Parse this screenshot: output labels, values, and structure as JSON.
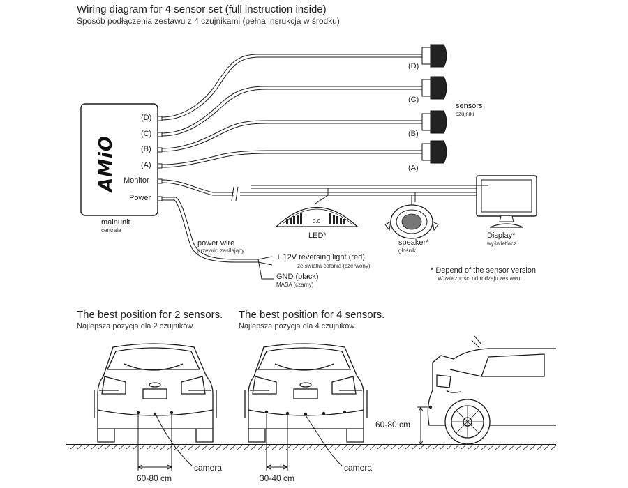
{
  "header": {
    "title": "Wiring diagram for 4 sensor set (full instruction inside)",
    "subtitle": "Sposób podłączenia zestawu z 4 czujnikami (pełna insrukcja w środku)"
  },
  "mainunit": {
    "brand": "AMiO",
    "label": "mainunit",
    "label_pl": "centrala",
    "ports": [
      "(D)",
      "(C)",
      "(B)",
      "(A)",
      "Monitor",
      "Power"
    ]
  },
  "sensors": {
    "label": "sensors",
    "label_pl": "czujniki",
    "items": [
      "(D)",
      "(C)",
      "(B)",
      "(A)"
    ]
  },
  "led": {
    "label": "LED*",
    "reading": "0.0"
  },
  "speaker": {
    "label": "speaker*",
    "label_pl": "głośnik"
  },
  "display": {
    "label": "Display*",
    "label_pl": "wyświetlacz"
  },
  "power_wire": {
    "label": "power wire",
    "label_pl": "przewód zasilający",
    "red": "+ 12V reversing light (red)",
    "red_pl": "ze światła cofania (czerwony)",
    "black": "GND (black)",
    "black_pl": "MASA (czarny)"
  },
  "footnote": {
    "en": "* Depend of the sensor version",
    "pl": "W zależności od rodzaju zestawu"
  },
  "positions": [
    {
      "title": "The best position for 2 sensors.",
      "subtitle": "Najlepsza pozycja dla 2 czujników.",
      "camera": "camera",
      "spacing": "60-80 cm"
    },
    {
      "title": "The best position for 4 sensors.",
      "subtitle": "Najlepsza pozycja dla 4 czujników.",
      "camera": "camera",
      "spacing": "30-40 cm"
    }
  ],
  "height": "60-80 cm"
}
